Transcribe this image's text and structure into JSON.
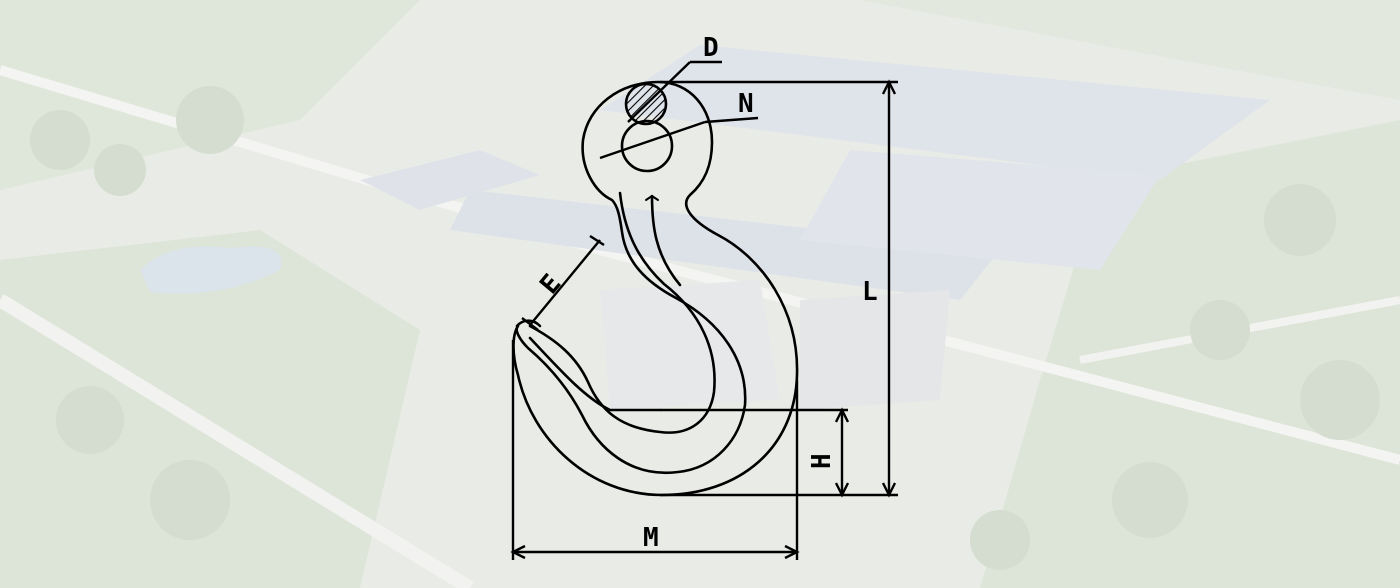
{
  "diagram": {
    "dimensions": {
      "D": "D",
      "N": "N",
      "E": "E",
      "L": "L",
      "H": "H",
      "M": "M"
    },
    "colors": {
      "line": "#000000",
      "background_tint": "#eef0ec"
    }
  }
}
